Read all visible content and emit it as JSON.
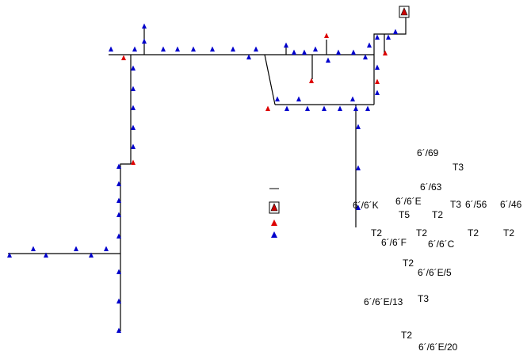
{
  "colors": {
    "line": "#000000",
    "normal_marker": "#0000cc",
    "alert_marker": "#dd0000",
    "source_fill": "#cc0000",
    "background": "#ffffff"
  },
  "legend": {
    "dash": "—",
    "source_icon": "source-transformer-icon",
    "alert_icon": "red-triangle-icon",
    "normal_icon": "blue-triangle-icon"
  },
  "labels": [
    {
      "id": "l-69",
      "text": "6´/69"
    },
    {
      "id": "l-t3a",
      "text": "T3"
    },
    {
      "id": "l-63",
      "text": "6´/63"
    },
    {
      "id": "l-6e",
      "text": "6´/6´E"
    },
    {
      "id": "l-6k",
      "text": "6´/6´K"
    },
    {
      "id": "l-t5",
      "text": "T5"
    },
    {
      "id": "l-t2a",
      "text": "T2"
    },
    {
      "id": "l-t3b",
      "text": "T3"
    },
    {
      "id": "l-56",
      "text": "6´/56"
    },
    {
      "id": "l-46",
      "text": "6´/46"
    },
    {
      "id": "l-t2b",
      "text": "T2"
    },
    {
      "id": "l-6f",
      "text": "6´/6´F"
    },
    {
      "id": "l-t2c",
      "text": "T2"
    },
    {
      "id": "l-6c",
      "text": "6´/6´C"
    },
    {
      "id": "l-t2d",
      "text": "T2"
    },
    {
      "id": "l-t2e",
      "text": "T2"
    },
    {
      "id": "l-t2f",
      "text": "T2"
    },
    {
      "id": "l-6e5",
      "text": "6´/6´E/5"
    },
    {
      "id": "l-6e13",
      "text": "6´/6´E/13"
    },
    {
      "id": "l-t3c",
      "text": "T3"
    },
    {
      "id": "l-t2g",
      "text": "T2"
    },
    {
      "id": "l-6e20",
      "text": "6´/6´E/20"
    }
  ]
}
